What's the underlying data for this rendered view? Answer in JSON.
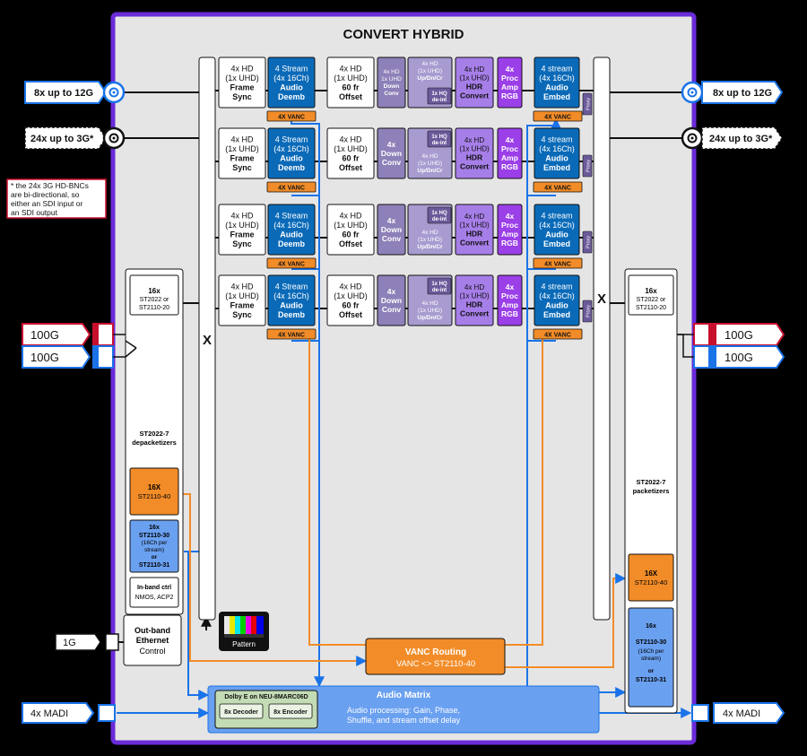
{
  "title": "CONVERT HYBRID",
  "colors": {
    "frame": "#6a2bd9",
    "panel": "#e5e5e5",
    "audio_blue": "#0a6ab8",
    "orange": "#f28c28",
    "conv_gray": "#8e80b8",
    "hdr_purple": "#a67ee8",
    "proc_violet": "#9b3fe8",
    "light_blue": "#6aa0f0",
    "link_blue": "#1a73e8",
    "red": "#c8102e"
  },
  "sdi": {
    "left_12g": "8x up to 12G",
    "left_3g": "24x up to 3G*",
    "right_12g": "8x up to 12G",
    "right_3g": "24x up to 3G*"
  },
  "note": [
    "* the 24x 3G HD-BNCs",
    "are bi-directional, so",
    "either an SDI input or",
    "an SDI output"
  ],
  "framesync": [
    "4x HD",
    "(1x UHD)",
    "Frame",
    "Sync"
  ],
  "deemb": [
    "4 Stream",
    "(4x 16Ch)",
    "Audio",
    "Deemb"
  ],
  "vanc_tag": "4X VANC",
  "offset": [
    "4x HD",
    "(1x UHD)",
    "60 fr",
    "Offset"
  ],
  "downconv_small": [
    "4x HD",
    "1x UHD",
    "Down",
    "Conv"
  ],
  "downconv_4x": [
    "4x",
    "Down",
    "Conv"
  ],
  "updn": [
    "4x HD",
    "(1x UHD)",
    "Up/Dn/Cr"
  ],
  "hq": [
    "1x HQ",
    "de-int"
  ],
  "hdr": [
    "4x HD",
    "(1x UHD)",
    "HDR",
    "Convert"
  ],
  "proc": [
    "4x",
    "Proc",
    "Amp",
    "RGB"
  ],
  "embed": [
    "4 stream",
    "(4x 16Ch)",
    "Audio",
    "Embed"
  ],
  "proxy": "Proxy",
  "matrix_x": "X",
  "net_left": {
    "rx": [
      "16x",
      "ST2022 or",
      "ST2110-20"
    ],
    "depack": [
      "ST2022-7",
      "depacketizers"
    ],
    "st40": [
      "16X",
      "ST2110-40"
    ],
    "st30": [
      "16x",
      "ST2110-30",
      "(16Ch per",
      "stream)",
      "or",
      "ST2110-31"
    ],
    "inband": [
      "In-band ctrl",
      "NMOS, ACP2"
    ]
  },
  "net_right": {
    "tx": [
      "16x",
      "ST2022 or",
      "ST2110-20"
    ],
    "pack": [
      "ST2022-7",
      "packetizers"
    ],
    "st40": [
      "16X",
      "ST2110-40"
    ],
    "st30": [
      "16x",
      "ST2110-30",
      "(16Ch per",
      "stream)",
      "or",
      "ST2110-31"
    ]
  },
  "ports": {
    "left_100g_a": "100G",
    "left_100g_b": "100G",
    "right_100g_a": "100G",
    "right_100g_b": "100G",
    "eth_1g": "1G",
    "madi_left": "4x MADI",
    "madi_right": "4x MADI"
  },
  "outband": [
    "Out-band",
    "Ethernet",
    "Control"
  ],
  "pattern": "Pattern",
  "vanc_routing": {
    "title": "VANC Routing",
    "sub": "VANC <> ST2110-40"
  },
  "audio_matrix": {
    "title": "Audio Matrix",
    "desc": [
      "Audio processing: Gain, Phase,",
      "Shuffle, and stream offset delay"
    ]
  },
  "dolby": {
    "title": "Dolby E on NEU-8MARC06D",
    "decoder": "8x Decoder",
    "encoder": "8x Encoder"
  }
}
